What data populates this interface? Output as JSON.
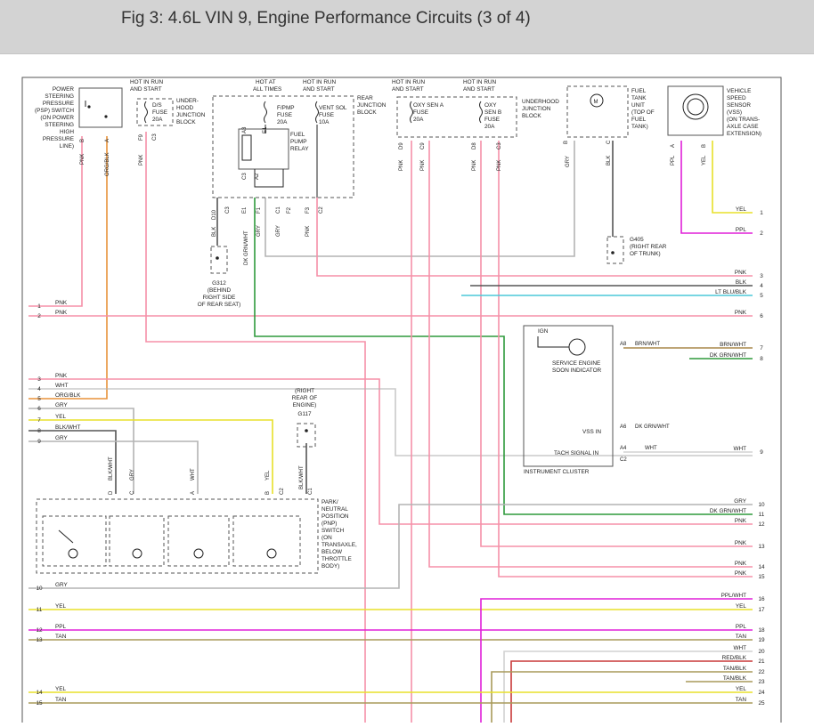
{
  "header": {
    "title": "Fig 3: 4.6L VIN 9, Engine Performance Circuits (3 of 4)"
  },
  "components": {
    "psp": [
      "POWER",
      "STEERING",
      "PRESSURE",
      "(PSP) SWITCH",
      "(ON POWER",
      "STEERING",
      "HIGH",
      "PRESSURE",
      "LINE)"
    ],
    "hot_run_start": [
      "HOT IN RUN",
      "AND START"
    ],
    "hot_all_times": [
      "HOT AT",
      "ALL TIMES"
    ],
    "dis_fuse": [
      "D/S",
      "FUSE",
      "20A"
    ],
    "underhood_jb": [
      "UNDER-",
      "HOOD",
      "JUNCTION",
      "BLOCK"
    ],
    "fpmp_fuse": [
      "F/PMP",
      "FUSE",
      "20A"
    ],
    "fuel_pump_relay": [
      "FUEL",
      "PUMP",
      "RELAY"
    ],
    "vent_sol_fuse": [
      "VENT SOL",
      "FUSE",
      "10A"
    ],
    "rear_jb": [
      "REAR",
      "JUNCTION",
      "BLOCK"
    ],
    "oxy_a": [
      "OXY SEN A",
      "FUSE",
      "20A"
    ],
    "oxy_b": [
      "OXY",
      "SEN B",
      "FUSE",
      "20A"
    ],
    "underhood_jb2": [
      "UNDERHOOD",
      "JUNCTION",
      "BLOCK"
    ],
    "fuel_tank_unit": [
      "FUEL",
      "TANK",
      "UNIT",
      "(TOP OF",
      "FUEL",
      "TANK)"
    ],
    "vss": [
      "VEHICLE",
      "SPEED",
      "SENSOR",
      "(VSS)",
      "(ON TRANS-",
      "AXLE CASE",
      "EXTENSION)"
    ],
    "g405": [
      "G405",
      "(RIGHT REAR",
      "OF TRUNK)"
    ],
    "g312": [
      "G312",
      "(BEHIND",
      "RIGHT SIDE",
      "OF REAR SEAT)"
    ],
    "g117": [
      "(RIGHT",
      "REAR OF",
      "ENGINE)",
      "G117"
    ],
    "pnp": [
      "PARK/",
      "NEUTRAL",
      "POSITION",
      "(PNP)",
      "SWITCH",
      "(ON",
      "TRANSAXLE,",
      "BELOW",
      "THROTTLE",
      "BODY)"
    ],
    "instrument_cluster": "INSTRUMENT CLUSTER",
    "ign": "IGN",
    "ses": [
      "SERVICE ENGINE",
      "SOON INDICATOR"
    ],
    "vss_in": "VSS IN",
    "tach_in": "TACH SIGNAL IN",
    "motor": "M"
  },
  "pins": {
    "psp_b": "B",
    "psp_a": "A",
    "dis_f9": "F9",
    "dis_c3": "C3",
    "rj_a3": "A3",
    "rj_e1": "E1",
    "rj_c3": "C3",
    "rj_a2": "A2",
    "rj_d10": "D10",
    "rj_c3b": "C3",
    "rj_e1b": "E1",
    "rj_f1": "F1",
    "rj_c1": "C1",
    "rj_f2": "F2",
    "rj_f3": "F3",
    "rj_c2": "C2",
    "ox_d9": "D9",
    "ox_c9": "C9",
    "ox_d8": "D8",
    "ox_c3": "C3",
    "ft_b": "B",
    "ft_c": "C",
    "vss_a": "A",
    "vss_b": "B",
    "ic_a8": "A8",
    "ic_a6": "A6",
    "ic_a4": "A4",
    "ic_c2": "C2",
    "pnp_d": "D",
    "pnp_c": "C",
    "pnp_a": "A",
    "pnp_b": "B",
    "pnp_c2": "C2",
    "pnp_c1": "C1"
  },
  "wires": {
    "psp_pnk": "PNK",
    "psp_org": "ORG/BLK",
    "dis_pnk": "PNK",
    "blk": "BLK",
    "dkgrnwht": "DK GRN/WHT",
    "gry1": "GRY",
    "gry2": "GRY",
    "pnk_f3": "PNK",
    "ox1": "PNK",
    "ox2": "PNK",
    "ox3": "PNK",
    "ox4": "PNK",
    "ft_gry": "GRY",
    "ft_blk": "BLK",
    "vss_ppl": "PPL",
    "vss_yel": "YEL",
    "pnp_blkwht": "BLK/WHT",
    "pnp_gry": "GRY",
    "pnp_wht": "WHT",
    "pnp_yel": "YEL",
    "pnp_blkwht2": "BLK/WHT",
    "ic_brnwht": "BRN/WHT",
    "ic_dkgrnwht": "DK GRN/WHT",
    "ic_wht": "WHT"
  },
  "left_connector": [
    {
      "n": "1",
      "label": "PNK"
    },
    {
      "n": "2",
      "label": "PNK"
    },
    {
      "n": "3",
      "label": "PNK"
    },
    {
      "n": "4",
      "label": "WHT"
    },
    {
      "n": "5",
      "label": "ORG/BLK"
    },
    {
      "n": "6",
      "label": "GRY"
    },
    {
      "n": "7",
      "label": "YEL"
    },
    {
      "n": "8",
      "label": "BLK/WHT"
    },
    {
      "n": "9",
      "label": "GRY"
    },
    {
      "n": "10",
      "label": "GRY"
    },
    {
      "n": "11",
      "label": "YEL"
    },
    {
      "n": "12",
      "label": "PPL"
    },
    {
      "n": "13",
      "label": "TAN"
    },
    {
      "n": "14",
      "label": "YEL"
    },
    {
      "n": "15",
      "label": "TAN"
    }
  ],
  "right_connector": [
    {
      "n": "1",
      "label": "YEL"
    },
    {
      "n": "2",
      "label": "PPL"
    },
    {
      "n": "3",
      "label": "PNK"
    },
    {
      "n": "4",
      "label": "BLK"
    },
    {
      "n": "5",
      "label": "LT BLU/BLK"
    },
    {
      "n": "6",
      "label": "PNK"
    },
    {
      "n": "7",
      "label": "BRN/WHT"
    },
    {
      "n": "8",
      "label": "DK GRN/WHT"
    },
    {
      "n": "9",
      "label": "WHT"
    },
    {
      "n": "10",
      "label": "GRY"
    },
    {
      "n": "11",
      "label": "DK GRN/WHT"
    },
    {
      "n": "12",
      "label": "PNK"
    },
    {
      "n": "13",
      "label": "PNK"
    },
    {
      "n": "14",
      "label": "PNK"
    },
    {
      "n": "15",
      "label": "PNK"
    },
    {
      "n": "16",
      "label": "PPL/WHT"
    },
    {
      "n": "17",
      "label": "YEL"
    },
    {
      "n": "18",
      "label": "PPL"
    },
    {
      "n": "19",
      "label": "TAN"
    },
    {
      "n": "20",
      "label": "WHT"
    },
    {
      "n": "21",
      "label": "RED/BLK"
    },
    {
      "n": "22",
      "label": "TAN/BLK"
    },
    {
      "n": "23",
      "label": "TAN/BLK"
    },
    {
      "n": "24",
      "label": "YEL"
    },
    {
      "n": "25",
      "label": "TAN"
    }
  ],
  "wire_colors": {
    "pnk": "#f590a8",
    "org": "#e8923a",
    "gry": "#b4b4b4",
    "grn": "#2e9a3c",
    "yel": "#e8e02a",
    "ppl": "#e020d8",
    "tan": "#a89a5a",
    "ltblu": "#4cc8d8",
    "blk": "#555555",
    "brn": "#a8874a",
    "red": "#c83838"
  }
}
